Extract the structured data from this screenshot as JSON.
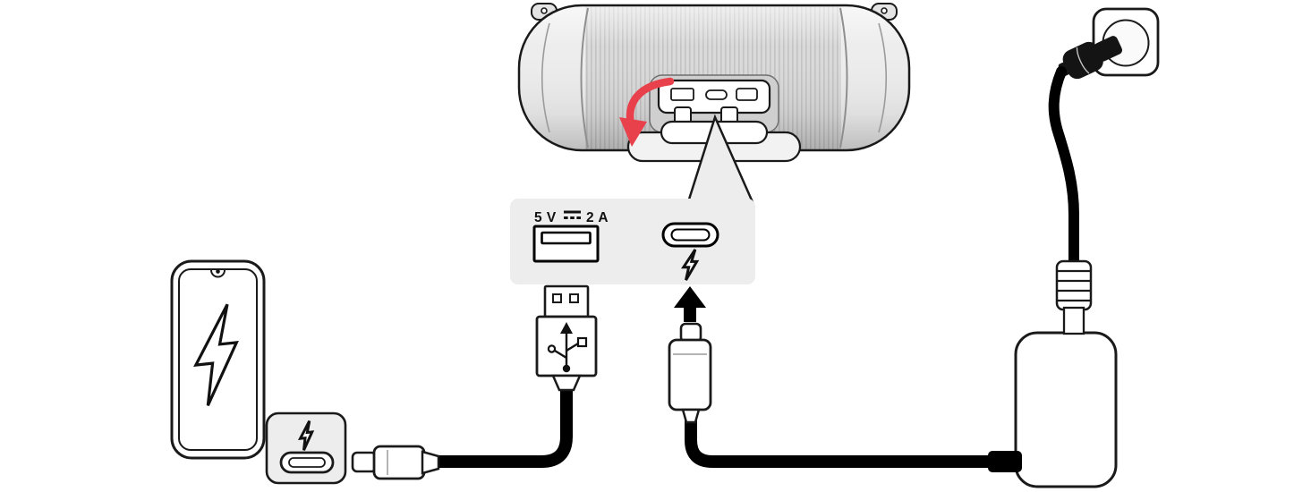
{
  "diagram": {
    "port_panel": {
      "voltage": "5 V",
      "current": "2 A",
      "icons": {
        "dc": "dc-symbol",
        "usb_a": "usb-a-port",
        "usb_c": "usb-c-port",
        "bolt": "lightning-bolt"
      }
    },
    "speaker": {
      "icons": {
        "open_cover": "red-curved-arrow"
      },
      "ports": [
        "usb-a",
        "usb-c",
        "slot"
      ]
    },
    "phone": {
      "icons": {
        "charging": "lightning-bolt"
      },
      "callout_icons": {
        "bolt": "lightning-bolt",
        "usb_c": "usb-c-port"
      }
    },
    "connectors": {
      "icons": {
        "usb_logo": "usb-trident",
        "insert_direction": "up-arrow"
      }
    },
    "colors": {
      "accent_red": "#E8414B",
      "panel_bg": "#EDEDED",
      "outline": "#1A1A1A",
      "cable": "#000000",
      "speaker_cap": "#EDEDED",
      "speaker_mesh": "#D8D8D8"
    }
  }
}
